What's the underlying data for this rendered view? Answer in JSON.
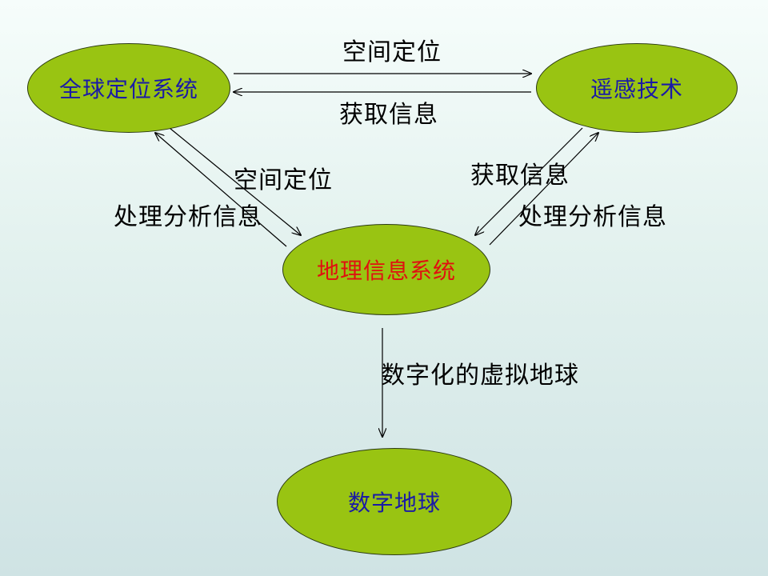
{
  "nodes": {
    "gps": {
      "label": "全球定位系统",
      "color": "#1a1aa6"
    },
    "rs": {
      "label": "遥感技术",
      "color": "#1a1aa6"
    },
    "gis": {
      "label": "地理信息系统",
      "color": "#e01010"
    },
    "digital_earth": {
      "label": "数字地球",
      "color": "#1a1aa6"
    }
  },
  "edges": {
    "gps_to_rs": "空间定位",
    "rs_to_gps": "获取信息",
    "gps_to_gis": "空间定位",
    "gis_to_gps": "处理分析信息",
    "rs_to_gis": "获取信息",
    "gis_to_rs": "处理分析信息",
    "gis_to_digital_earth": "数字化的虚拟地球"
  },
  "colors": {
    "node_fill": "#99c412",
    "arrow": "#000000"
  }
}
